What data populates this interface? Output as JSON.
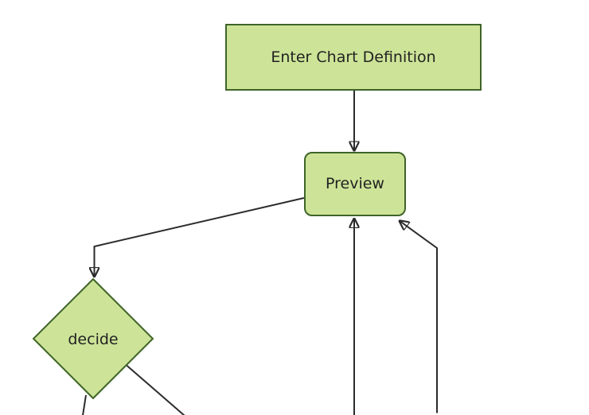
{
  "diagram": {
    "type": "flowchart",
    "orientation": "top-down",
    "nodes": [
      {
        "id": "A",
        "label": "Enter Chart Definition",
        "shape": "rectangle"
      },
      {
        "id": "B",
        "label": "Preview",
        "shape": "rounded-rectangle"
      },
      {
        "id": "C",
        "label": "decide",
        "shape": "diamond"
      }
    ],
    "edges": [
      {
        "from": "A",
        "to": "B",
        "arrowhead": true
      },
      {
        "from": "B",
        "to": "C",
        "arrowhead": true
      },
      {
        "from": "offscreen-bottom",
        "to": "B",
        "arrowhead": true
      },
      {
        "from": "offscreen-bottom",
        "to": "B",
        "arrowhead": true
      },
      {
        "from": "C",
        "to": "offscreen-bottom",
        "arrowhead": false
      },
      {
        "from": "C",
        "to": "offscreen-bottom",
        "arrowhead": false
      }
    ],
    "colors": {
      "background": "#ffffff",
      "node_fill": "#cde498",
      "node_border": "#3f6428",
      "edge_line": "#2b2b2b",
      "text": "#222222"
    }
  }
}
